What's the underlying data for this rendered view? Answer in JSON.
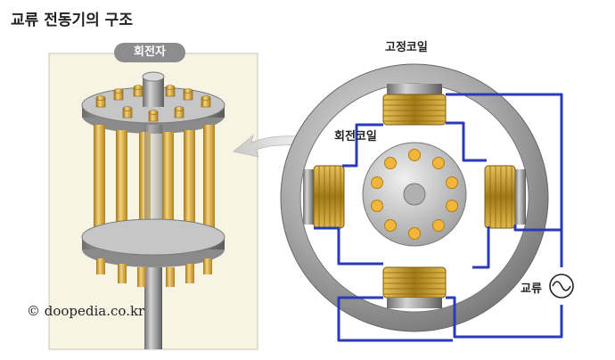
{
  "title": "교류 전동기의 구조",
  "labels": {
    "rotor": "회전자",
    "stator_coil": "고정코일",
    "rotor_coil": "회전코일",
    "ac": "교류"
  },
  "credit": "© doopedia.co.kr",
  "colors": {
    "wire": "#2a3ab8",
    "copper_coil": "#c9a227",
    "rotor_bar": "#e8b94a",
    "steel": "#9a9a9a",
    "panel_bg": "#f7f4e3"
  }
}
